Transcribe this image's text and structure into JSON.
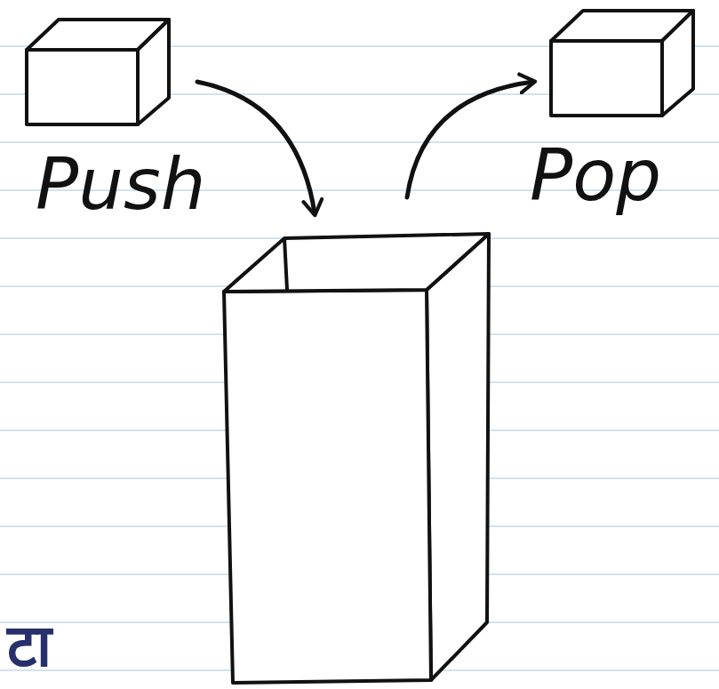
{
  "diagram": {
    "labels": [
      "Push",
      "Pop",
      "टा"
    ]
  }
}
